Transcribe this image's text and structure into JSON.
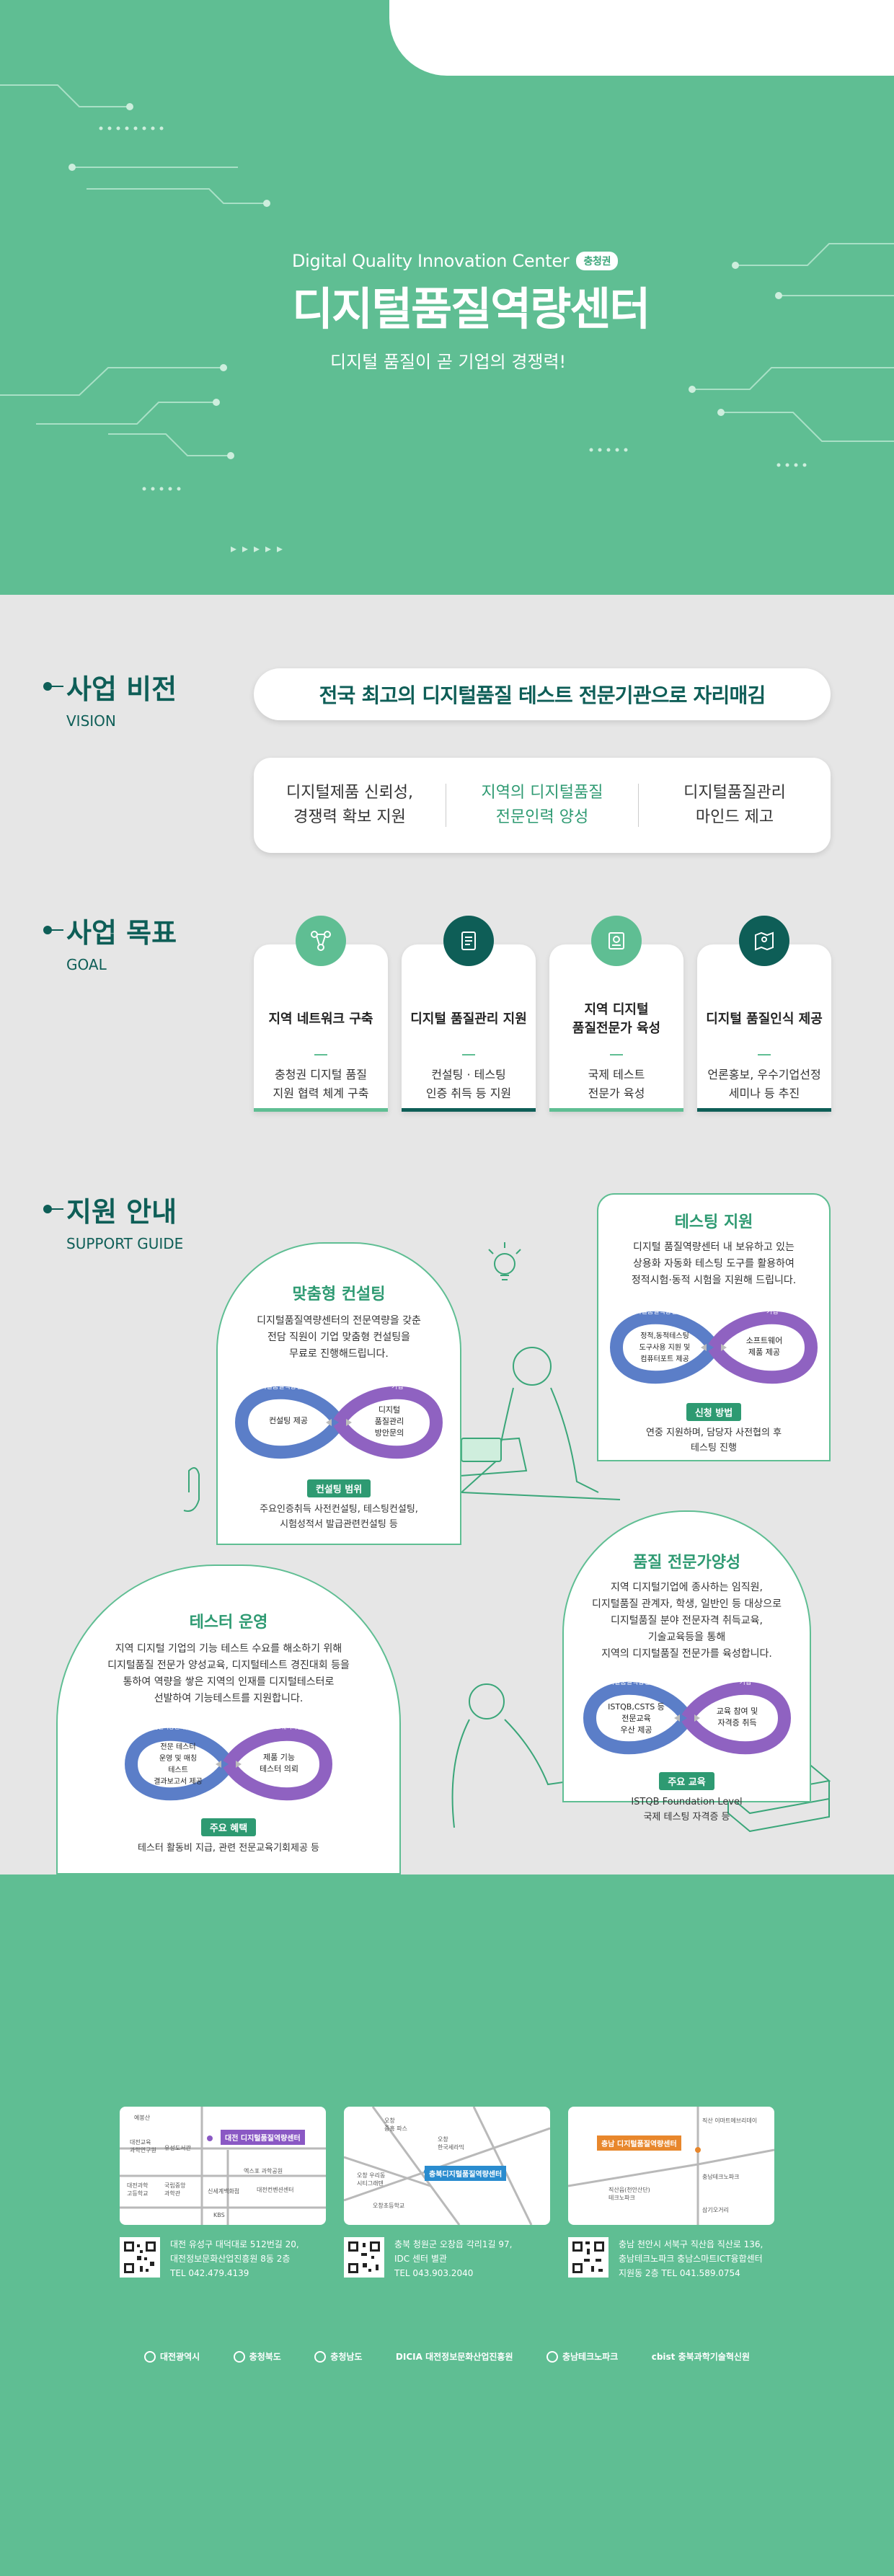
{
  "hero": {
    "subtitle": "Digital Quality Innovation Center",
    "badge": "충청권",
    "title": "디지털품질역량센터",
    "tagline": "디지털 품질이 곧 기업의 경쟁력!"
  },
  "vision": {
    "heading": "사업 비전",
    "heading_en": "VISION",
    "statement": "전국 최고의 디지털품질 테스트 전문기관으로 자리매김",
    "items": [
      "디지털제품 신뢰성,\n경쟁력 확보 지원",
      "지역의 디지털품질\n전문인력 양성",
      "디지털품질관리\n마인드 제고"
    ]
  },
  "goal": {
    "heading": "사업 목표",
    "heading_en": "GOAL",
    "cards": [
      {
        "title": "지역 네트워크 구축",
        "desc": "충청권 디지털 품질\n지원 협력 체계 구축",
        "icon": "network-icon"
      },
      {
        "title": "디지털 품질관리 지원",
        "desc": "컨설팅 · 테스팅\n인증 취득 등 지원",
        "icon": "checklist-icon"
      },
      {
        "title": "지역 디지털\n품질전문가 육성",
        "desc": "국제 테스트\n전문가 육성",
        "icon": "certificate-icon"
      },
      {
        "title": "디지털 품질인식 제공",
        "desc": "언론홍보, 우수기업선정\n세미나 등 추진",
        "icon": "map-icon"
      }
    ]
  },
  "support": {
    "heading": "지원 안내",
    "heading_en": "SUPPORT GUIDE",
    "consulting": {
      "title": "맞춤형 컨설팅",
      "desc": "디지털품질역량센터의 전문역량을 갖춘\n전담 직원이 기업 맞춤형 컨설팅을\n무료로 진행해드립니다.",
      "left_label": "디지털품질역량센터",
      "right_label": "기업",
      "left_text": "컨설팅 제공",
      "right_text": "디지털\n품질관리\n방안문의",
      "badge": "컨설팅 범위",
      "foot": "주요인증취득 사전컨설팅, 테스팅컨설팅,\n시험성적서 발급관련컨설팅 등"
    },
    "testing": {
      "title": "테스팅 지원",
      "desc": "디지털 품질역량센터 내 보유하고 있는\n상용화 자동화 테스팅 도구를 활용하여\n정적시험·동적 시험을 지원해 드립니다.",
      "left_label": "디지털품질역량센터",
      "right_label": "기업",
      "left_text": "정적,동적테스팅\n도구사용 지원 및\n컴퓨터포트 제공",
      "right_text": "소프트웨어\n제품 제공",
      "badge": "신청 방법",
      "foot": "연중 지원하며, 담당자 사전협의 후\n테스팅 진행"
    },
    "tester": {
      "title": "테스터 운영",
      "desc": "지역 디지털 기업의 기능 테스트 수요를 해소하기 위해\n디지털품질 전문가 양성교육, 디지털테스트 경진대회 등을\n통하여 역량을 쌓은 지역의 인재를 디지털테스터로\n선발하여 기능테스트를 지원합니다.",
      "left_label": "디지털품질역량센터(테스터)",
      "right_label": "기업(소프트웨어기업)",
      "left_text": "전문 테스터\n운영 및 매칭\n테스트\n결과보고서 제공",
      "right_text": "제품 기능\n테스터 의뢰",
      "badge": "주요 혜택",
      "foot": "테스터 활동비 지급, 관련 전문교육기회제공 등"
    },
    "expert": {
      "title": "품질 전문가양성",
      "desc": "지역 디지털기업에 종사하는 임직원,\n디지털품질 관계자, 학생, 일반인 등 대상으로\n디지털품질 분야 전문자격 취득교육,\n기술교육등을 통해\n지역의 디지털품질 전문가를 육성합니다.",
      "left_label": "디지털품질역량센터",
      "right_label": "기업",
      "left_text": "ISTQB,CSTS 등\n전문교육\n우산 제공",
      "right_text": "교육 참여 및\n자격증 취득",
      "badge": "주요 교육",
      "foot": "ISTQB Foundation Level\n국제 테스팅 자격증 등"
    }
  },
  "footer": {
    "locations": [
      {
        "tag": "대전 디지털품질역량센터",
        "address": "대전 유성구 대덕대로 512번길 20,\n대전정보문화산업진흥원 8동 2층\nTEL 042.479.4139",
        "labels": [
          "예봉산",
          "대전교육\n과학연구원",
          "유성도서관",
          "대전과학\n고등학교",
          "국립중앙\n과학관",
          "신세계백화점",
          "엑스포 과학공원",
          "대전컨벤션센터",
          "KBS"
        ],
        "tag_color": "#8a58c4"
      },
      {
        "tag": "충북디지털품질역량센터",
        "address": "충북 청원군 오창읍 각리1길 97,\nIDC 센터 별관\nTEL 043.903.2040",
        "labels": [
          "오창\n중흥 파스",
          "오창\n한국세라믹",
          "오창 우리동\n시티그래텐",
          "오창초등학교"
        ],
        "tag_color": "#2a8ccf"
      },
      {
        "tag": "충남 디지털품질역량센터",
        "address": "충남 천안시 서북구 직산읍 직산로 136,\n충남테크노파크 충남스마트ICT융합센터\n지원동 2층   TEL 041.589.0754",
        "labels": [
          "직산 이마트에브리데이",
          "충남테크노파크",
          "직산읍(천안산단)\n테크노파크",
          "삼기오거리"
        ],
        "tag_color": "#e8872c"
      }
    ],
    "logos": [
      "대전광역시",
      "충청북도",
      "충청남도",
      "DICIA 대전정보문화산업진흥원",
      "충남테크노파크",
      "cbist 충북과학기술혁신원"
    ]
  }
}
